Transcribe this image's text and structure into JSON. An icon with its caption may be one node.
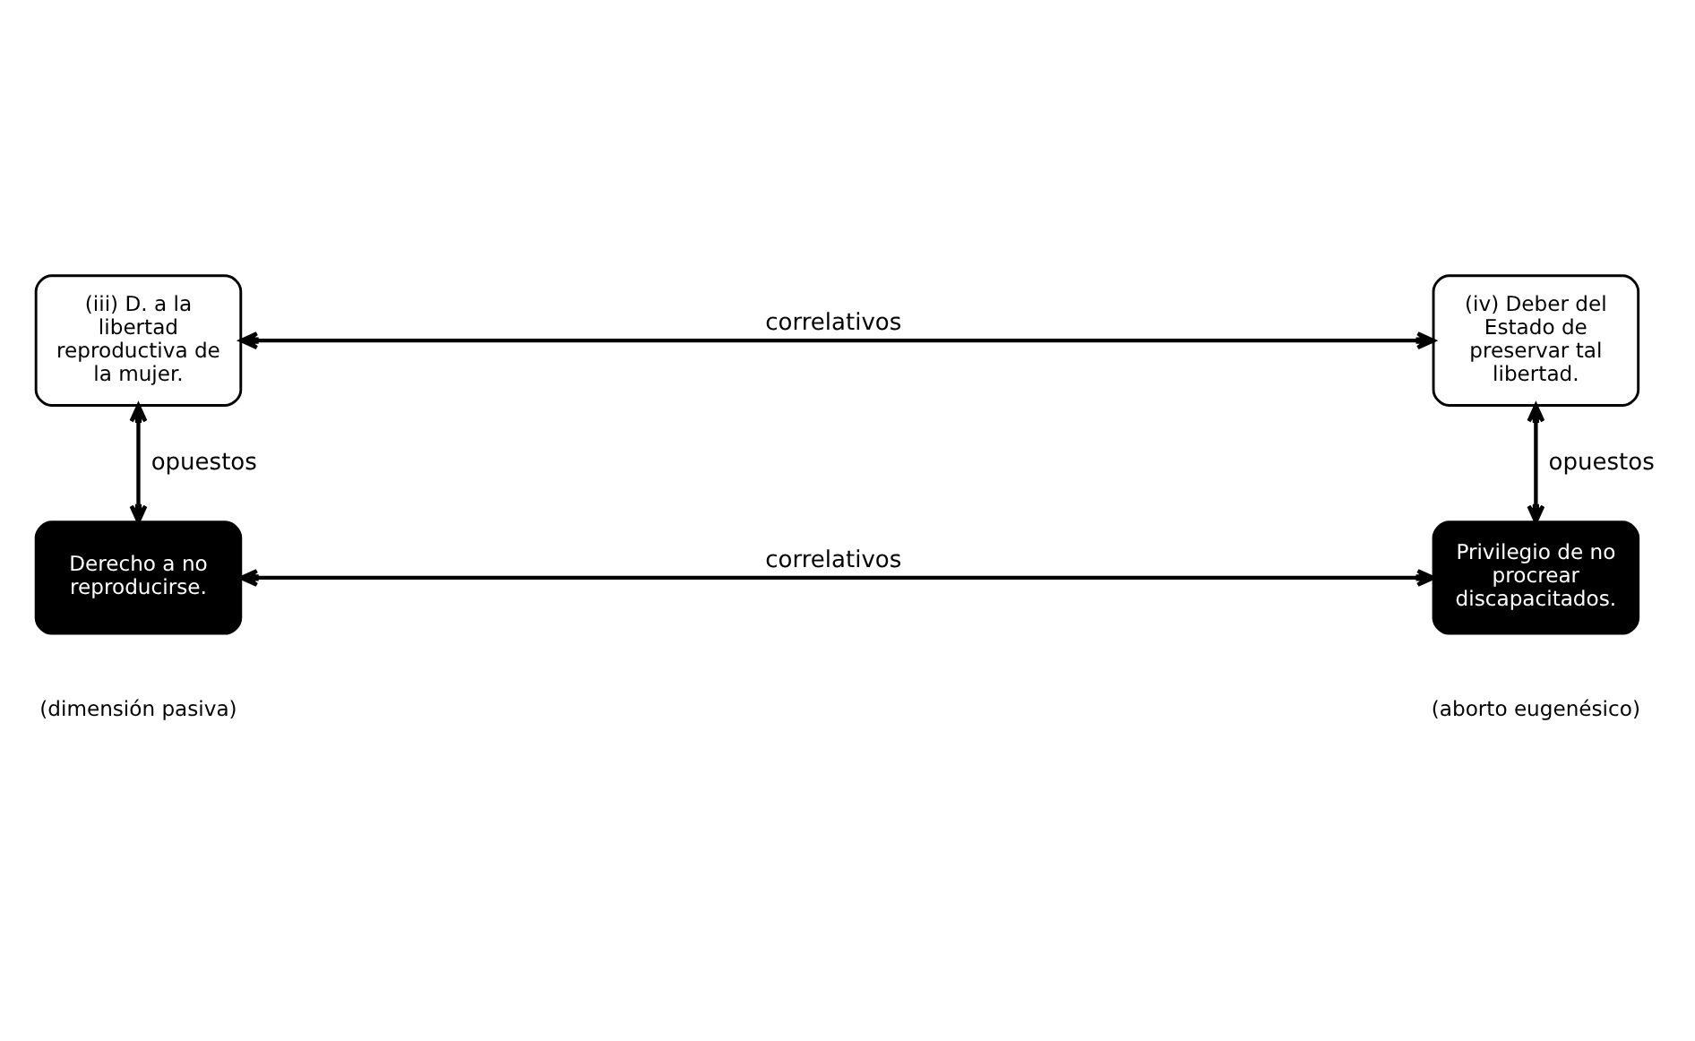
{
  "diagram": {
    "nodes": [
      {
        "text": [
          "(iii) D. a la libertad reproductiva de la mujer."
        ]
      },
      {
        "text": [
          "(iv) Deber del Estado de preservar tal libertad."
        ]
      },
      {
        "text": [
          "Derecho a no reproducirse."
        ],
        "beside": [
          "(dimensión pasiva)"
        ]
      },
      {
        "text": [
          "Privilegio de no procrear discapacitados."
        ],
        "beside": [
          "(aborto eugenésico)"
        ]
      }
    ],
    "edges": [
      {
        "from": 0,
        "to": 1,
        "arrow": "both",
        "label": "correlativos"
      },
      {
        "from": 0,
        "to": 2,
        "arrow": "both",
        "label": "opuestos"
      },
      {
        "from": 1,
        "to": 3,
        "arrow": "both",
        "label": "opuestos"
      },
      {
        "from": 2,
        "to": 3,
        "arrow": "both",
        "label": "correlativos"
      }
    ]
  }
}
